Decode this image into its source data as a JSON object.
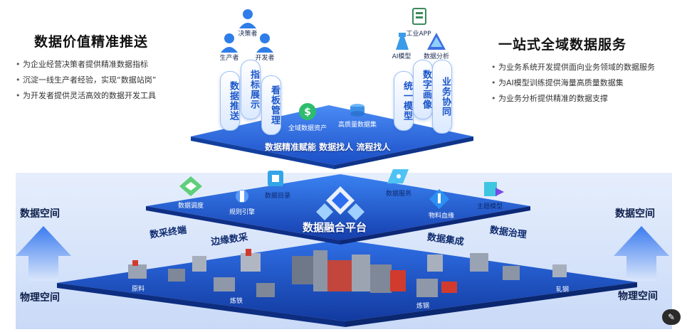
{
  "left_panel": {
    "title": "数据价值精准推送",
    "bullets": [
      "为企业经营决策者提供精准数据指标",
      "沉淀一线生产者经验，实现“数据站岗”",
      "为开发者提供灵活高效的数据开发工具"
    ]
  },
  "right_panel": {
    "title": "一站式全域数据服务",
    "bullets": [
      "为业务系统开发提供面向业务领域的数据服务",
      "为AI模型训练提供海量高质量数据集",
      "为业务分析提供精准的数据支撑"
    ]
  },
  "users": {
    "decision_maker": "决策者",
    "producer": "生产者",
    "developer": "开发者",
    "industrial_app": "工业APP",
    "ai_model": "AI模型",
    "data_analysis": "数据分析"
  },
  "pillars": [
    "数据推送",
    "指标展示",
    "看板管理",
    "统一模型",
    "数字画像",
    "业务协同"
  ],
  "top_layer": {
    "asset_label": "全域数据资产",
    "dataset_label": "高质量数据集",
    "caption": "数据精准赋能  数据找人  流程找人"
  },
  "middle_layer": {
    "title": "数据融合平台",
    "nodes": {
      "scheduling": "数据调度",
      "catalog": "数据目录",
      "service": "数据服务",
      "rule_engine": "规则引擎",
      "material_lineage": "物料血缘",
      "topic_model": "主题模型"
    },
    "side_captions": [
      "数采终端",
      "边缘数采",
      "数据集成",
      "数据治理"
    ]
  },
  "bottom_layer": {
    "labels": [
      "原料",
      "炼铁",
      "炼钢",
      "轧钢"
    ]
  },
  "sides": {
    "data_space_left": "数据空间",
    "physical_space_left": "物理空间",
    "data_space_right": "数据空间",
    "physical_space_right": "物理空间"
  },
  "colors": {
    "brand_blue": "#1f5fd6",
    "platform_dark": "#1846b8",
    "platform_light": "#3b7bef",
    "band": "#dbe6fb"
  }
}
